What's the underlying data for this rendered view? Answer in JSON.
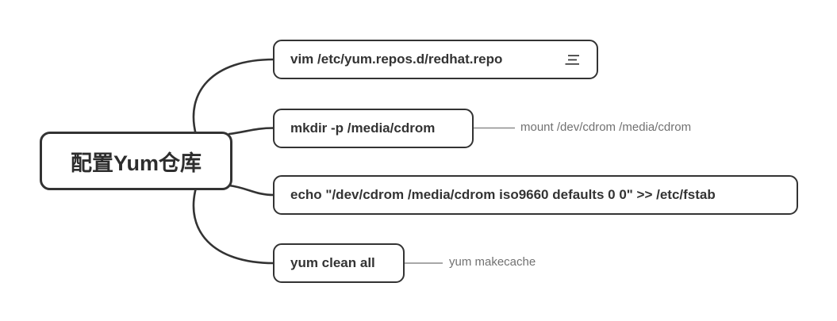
{
  "palette": {
    "node_stroke": "#333333",
    "topic_text": "#333333",
    "subtopic_text": "#717171",
    "subtopic_line": "#8c8c8c",
    "background": "#ffffff"
  },
  "root": {
    "label": "配置Yum仓库"
  },
  "topics": [
    {
      "label": "vim /etc/yum.repos.d/redhat.repo",
      "icon": "notes-icon"
    },
    {
      "label": "mkdir -p /media/cdrom",
      "subtopic": "mount /dev/cdrom /media/cdrom"
    },
    {
      "label": "echo \"/dev/cdrom /media/cdrom iso9660 defaults 0 0\" >> /etc/fstab"
    },
    {
      "label": "yum clean all",
      "subtopic": "yum makecache"
    }
  ]
}
